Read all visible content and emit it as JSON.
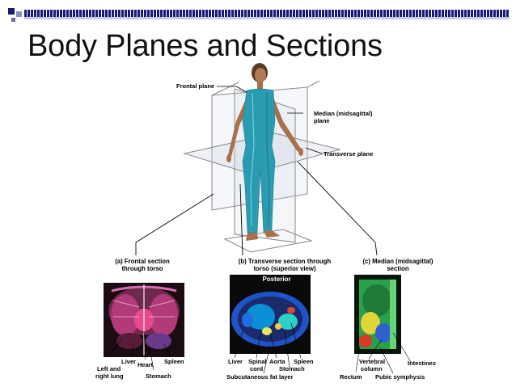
{
  "slide": {
    "title": "Body Planes and Sections",
    "accent_colors": [
      "#1a1a7a",
      "#3b3b9e",
      "#a8a8d8"
    ]
  },
  "figure": {
    "plane_labels": {
      "frontal": "Frontal plane",
      "median_line1": "Median (midsagittal)",
      "median_line2": "plane",
      "transverse": "Transverse plane"
    },
    "panels": {
      "a": {
        "caption_line1": "(a) Frontal section",
        "caption_line2": "through torso",
        "labels": {
          "liver": "Liver",
          "heart": "Heart",
          "spleen": "Spleen",
          "left_lung_1": "Left and",
          "left_lung_2": "right lung",
          "stomach": "Stomach"
        }
      },
      "b": {
        "caption_line1": "(b) Transverse section through",
        "caption_line2": "torso (superior view)",
        "posterior": "Posterior",
        "labels": {
          "liver": "Liver",
          "spinal_1": "Spinal",
          "spinal_2": "cord",
          "aorta": "Aorta",
          "spleen": "Spleen",
          "stomach": "Stomach",
          "fat": "Subcutaneous fat layer"
        }
      },
      "c": {
        "caption_line1": "(c) Median (midsagittal)",
        "caption_line2": "section",
        "labels": {
          "vertebral_1": "Vertebral",
          "vertebral_2": "column",
          "intestines": "Intestines",
          "rectum": "Rectum",
          "pubic": "Pubic symphysis"
        }
      }
    }
  }
}
